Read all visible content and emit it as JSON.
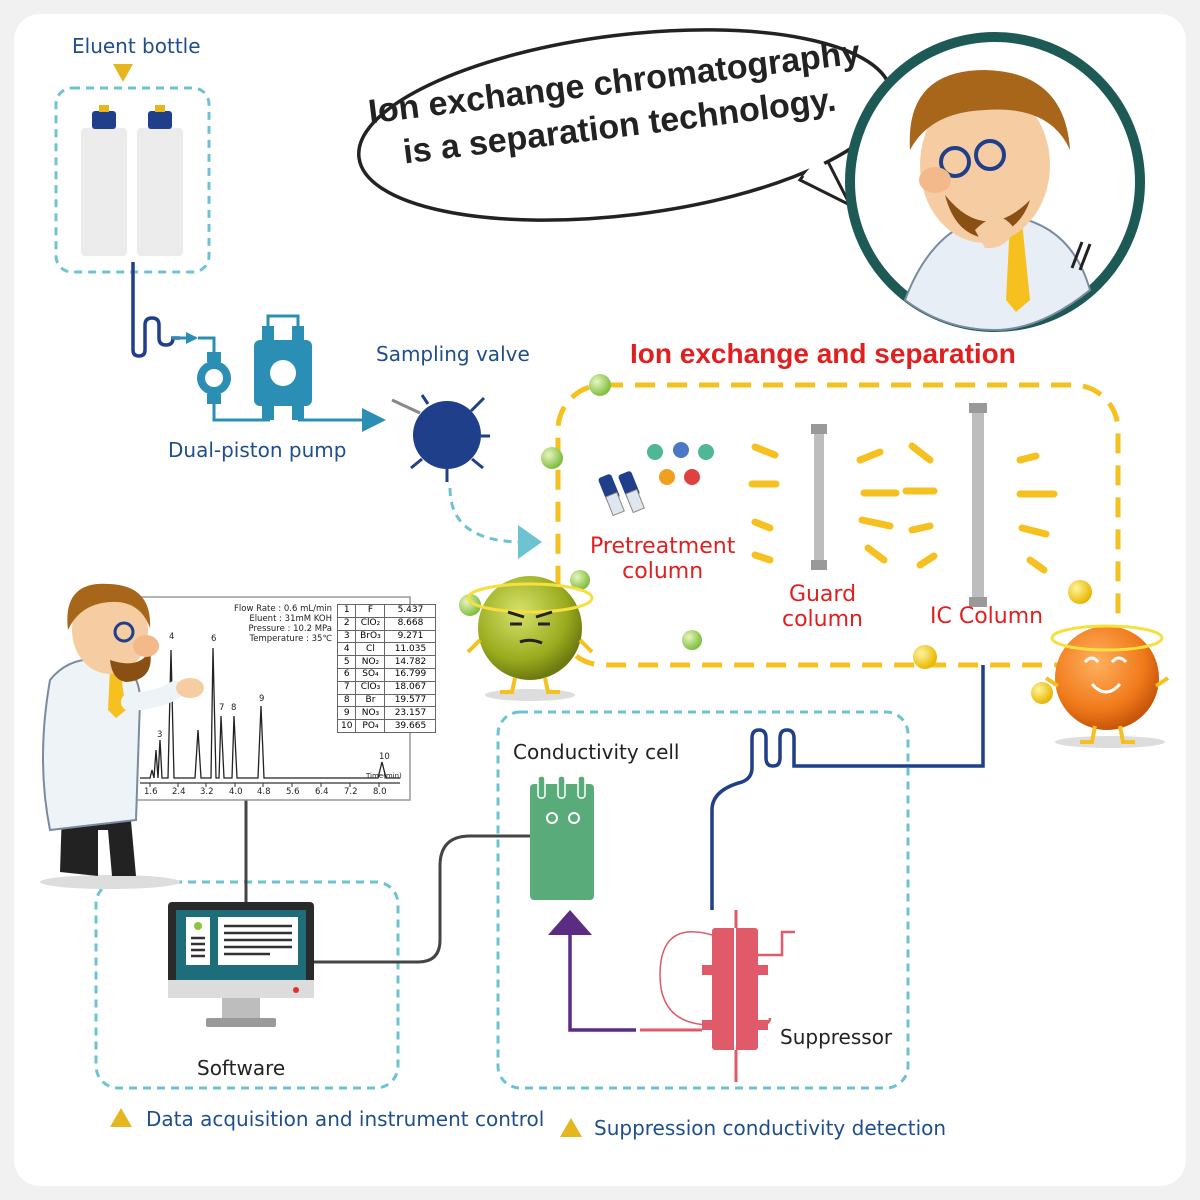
{
  "speech": {
    "line1": "Ion exchange chromatography",
    "line2": "is a separation technology."
  },
  "labels": {
    "eluent_bottle": "Eluent bottle",
    "dual_piston_pump": "Dual-piston pump",
    "sampling_valve": "Sampling valve",
    "ion_exchange_title": "Ion exchange and separation",
    "pretreatment_line1": "Pretreatment",
    "pretreatment_line2": "column",
    "guard_line1": "Guard",
    "guard_line2": "column",
    "ic_column": "IC Column",
    "conductivity_cell": "Conductivity cell",
    "suppressor": "Suppressor",
    "software": "Software",
    "data_acquisition": "Data acquisition and instrument control",
    "suppression_detection": "Suppression conductivity detection"
  },
  "chromatogram": {
    "conditions": [
      "Flow Rate :  0.6 mL/min",
      "Eluent :  31mM KOH",
      "Pressure :  10.2 MPa",
      "Temperature :  35℃"
    ],
    "x_axis_label": "Time(min)",
    "x_ticks": [
      "1.6",
      "2.4",
      "3.2",
      "4.0",
      "4.8",
      "5.6",
      "6.4",
      "7.2",
      "8.0"
    ],
    "peak_labels": [
      "3",
      "4",
      "6",
      "7",
      "8",
      "9",
      "10"
    ],
    "table": [
      {
        "n": "1",
        "ion": "F",
        "value": "5.437"
      },
      {
        "n": "2",
        "ion": "ClO₂",
        "value": "8.668"
      },
      {
        "n": "3",
        "ion": "BrO₃",
        "value": "9.271"
      },
      {
        "n": "4",
        "ion": "Cl",
        "value": "11.035"
      },
      {
        "n": "5",
        "ion": "NO₂",
        "value": "14.782"
      },
      {
        "n": "6",
        "ion": "SO₄",
        "value": "16.799"
      },
      {
        "n": "7",
        "ion": "ClO₃",
        "value": "18.067"
      },
      {
        "n": "8",
        "ion": "Br",
        "value": "19.577"
      },
      {
        "n": "9",
        "ion": "NO₃",
        "value": "23.157"
      },
      {
        "n": "10",
        "ion": "PO₄",
        "value": "39.665"
      }
    ]
  },
  "colors": {
    "pipe_blue": "#1f3f8a",
    "dash_cyan": "#6ec3d3",
    "accent_yellow": "#f6c01e",
    "title_red": "#e02020",
    "pump_teal": "#2b8fb5",
    "cell_green": "#5aab7a",
    "suppressor_red": "#e05a6a",
    "arrow_purple": "#5b2d82"
  }
}
